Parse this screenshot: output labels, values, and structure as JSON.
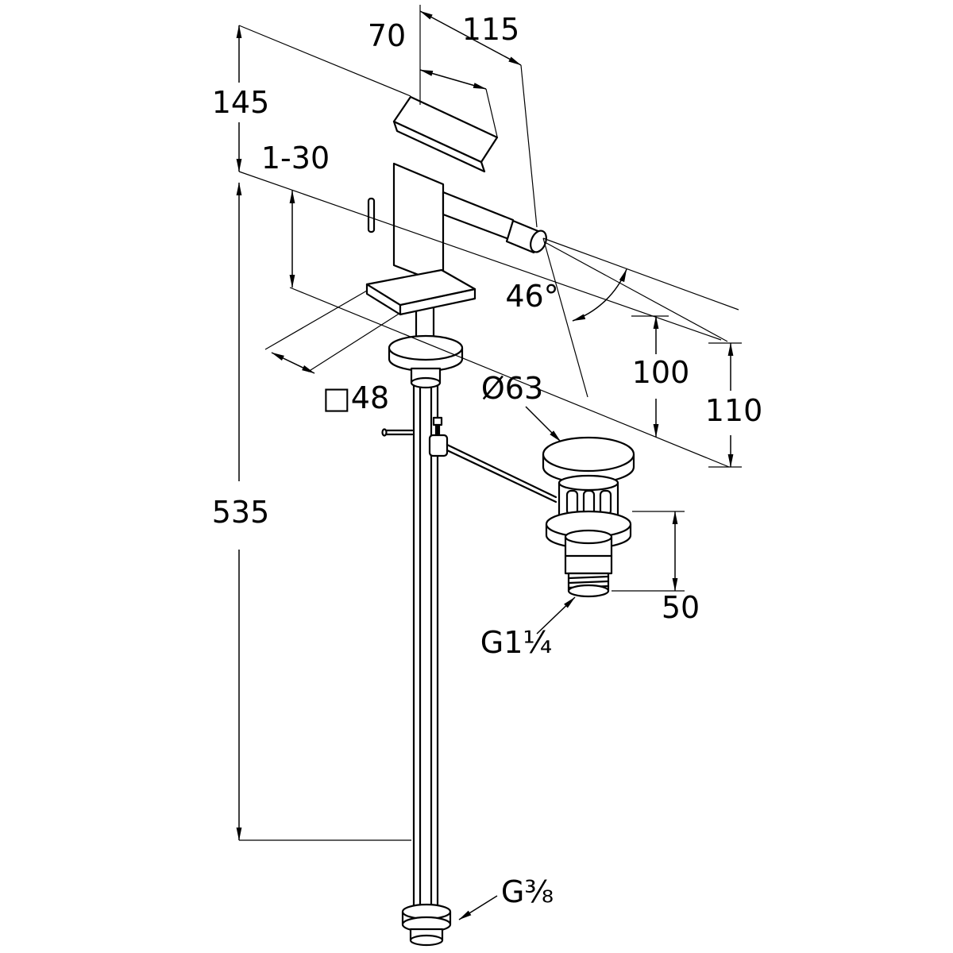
{
  "drawing": {
    "type": "technical-dimension-drawing",
    "subject": "Single-lever bidet mixer tap with pop-up waste and flexible supply hoses",
    "background_color": "#ffffff",
    "line_color": "#000000"
  },
  "dims": {
    "handle_width": "70",
    "spout_reach": "115",
    "body_height": "145",
    "deck_thickness": "1-30",
    "spout_angle": "46°",
    "outlet_height": "100",
    "total_outlet_height": "110",
    "base_square": "□48",
    "waste_cap_diameter": "Ø63",
    "hose_length": "535",
    "waste_body_height": "50",
    "waste_thread": "G1¼",
    "supply_thread": "G⅜"
  }
}
